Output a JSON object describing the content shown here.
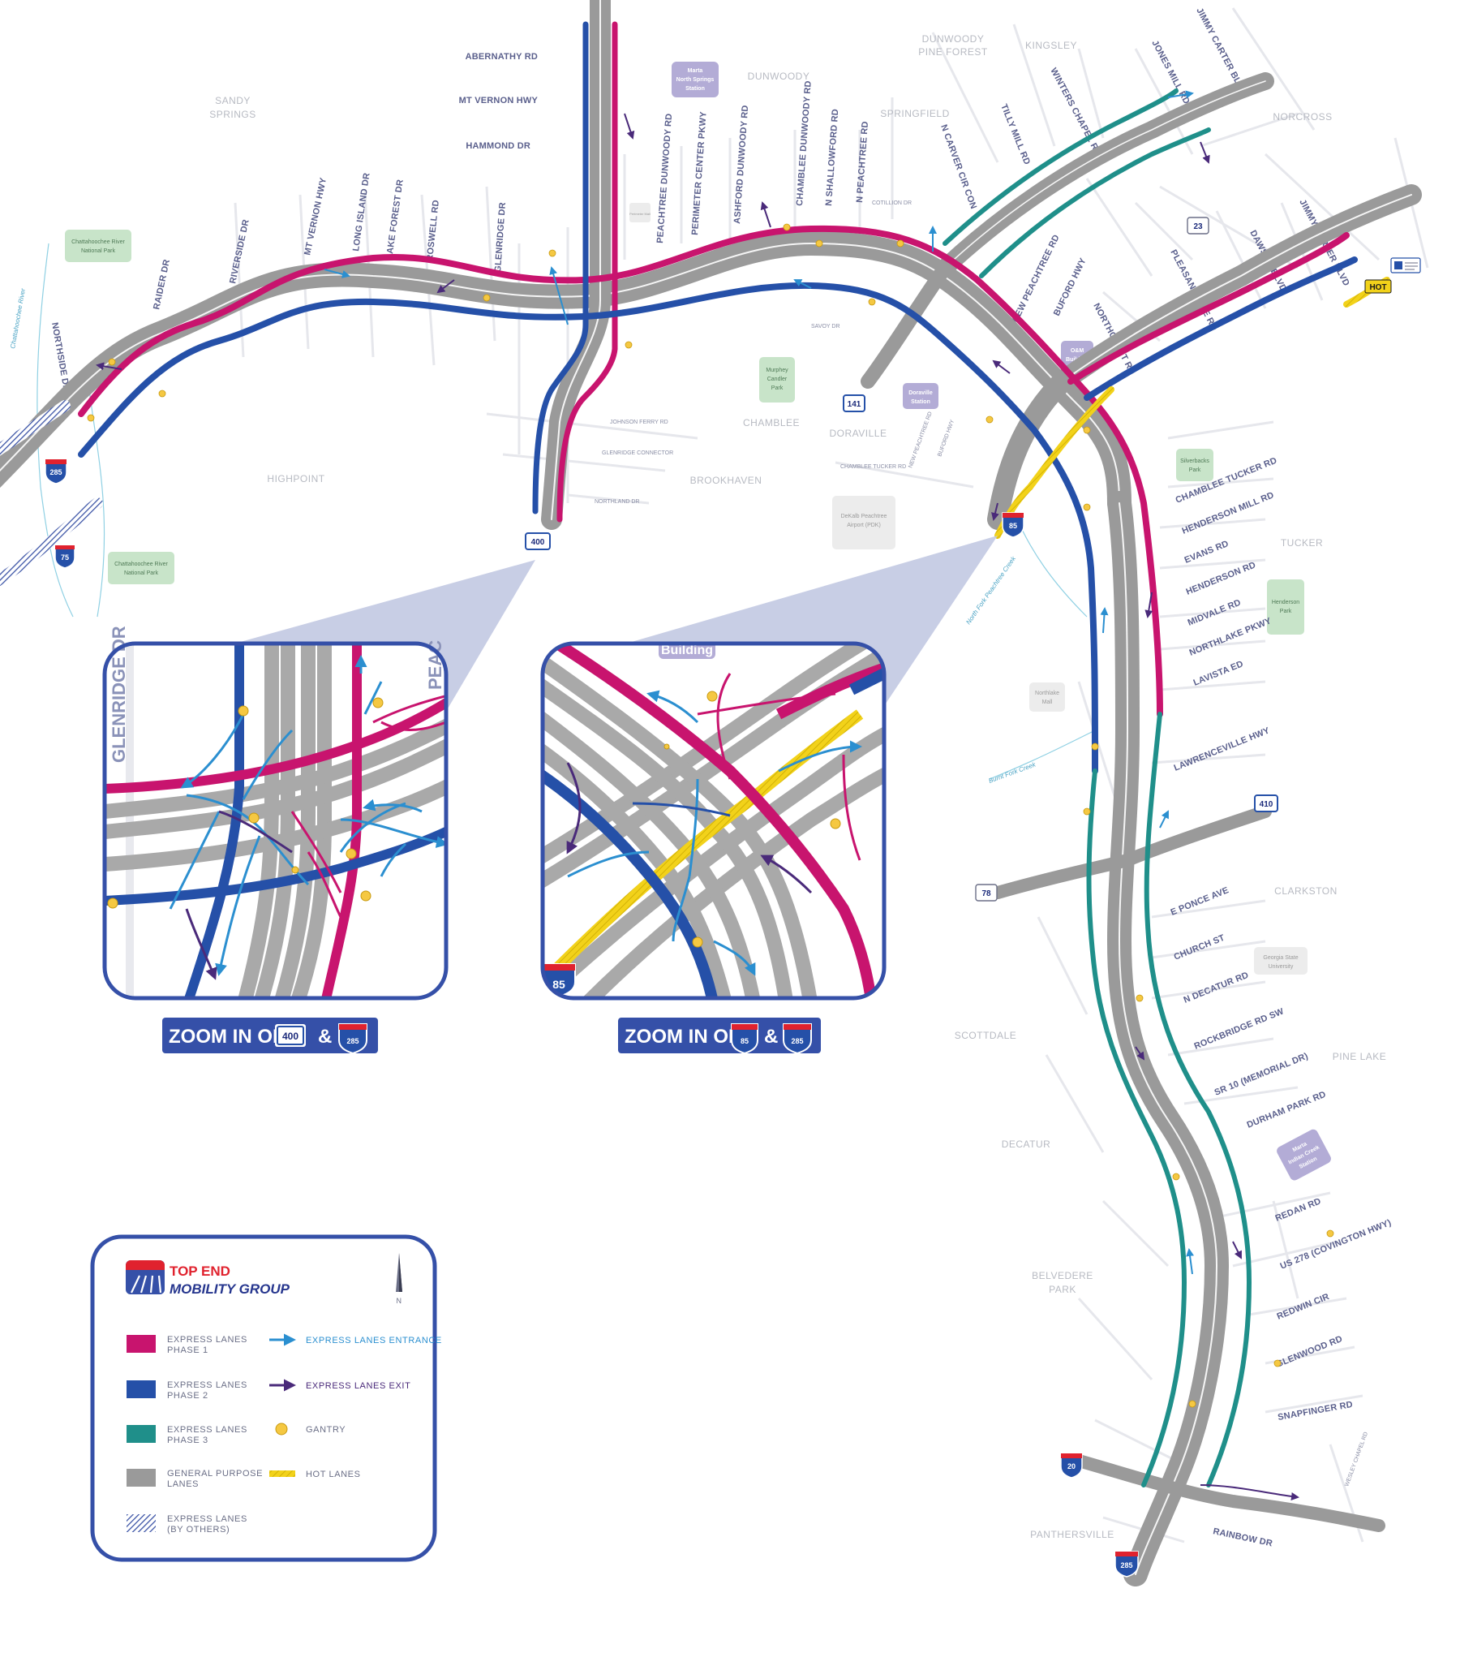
{
  "areas": {
    "sandy_springs": "SANDY",
    "sandy_springs_2": "SPRINGS",
    "dunwoody_pine_forest": "DUNWOODY",
    "dunwoody_pine_forest_2": "PINE FOREST",
    "kingsley": "KINGSLEY",
    "dunwoody": "DUNWOODY",
    "springfield": "SPRINGFIELD",
    "norcross": "NORCROSS",
    "highpoint": "HIGHPOINT",
    "chamblee": "CHAMBLEE",
    "doraville": "DORAVILLE",
    "brookhaven": "BROOKHAVEN",
    "tucker": "TUCKER",
    "clarkston": "CLARKSTON",
    "scottdale": "SCOTTDALE",
    "pine_lake": "PINE LAKE",
    "decatur": "DECATUR",
    "belvedere_park": "BELVEDERE",
    "belvedere_park_2": "PARK",
    "panthersville": "PANTHERSVILLE"
  },
  "roads": {
    "abernathy": "ABERNATHY RD",
    "mt_vernon_top": "MT VERNON HWY",
    "hammond": "HAMMOND DR",
    "northside": "NORTHSIDE DR",
    "raider": "RAIDER DR",
    "riverside": "RIVERSIDE DR",
    "mt_vernon": "MT VERNON HWY",
    "long_island": "LONG ISLAND DR",
    "lake_forest": "LAKE FOREST DR",
    "roswell": "ROSWELL RD",
    "glenridge": "GLENRIDGE DR",
    "peachtree_dunwoody": "PEACHTREE DUNWOODY RD",
    "perimeter_center": "PERIMETER CENTER PKWY",
    "ashford_dunwoody": "ASHFORD DUNWOODY RD",
    "chamblee_dunwoody": "CHAMBLEE DUNWOODY RD",
    "n_shallowford": "N SHALLOWFORD RD",
    "n_peachtree": "N PEACHTREE RD",
    "n_carver": "N CARVER CIR CON",
    "tilly_mill": "TILLY MILL RD",
    "winters_chapel": "WINTERS CHAPEL RD",
    "jones_mill": "JONES MILL RD",
    "jimmy_carter_top": "JIMMY CARTER BLVD",
    "jimmy_carter": "JIMMY CARTER BLVD",
    "dawson": "DAWSON BLVD",
    "pleasantdale": "PLEASANTDALE RD",
    "new_peachtree": "NEW PEACHTREE RD",
    "buford": "BUFORD HWY",
    "northcrest": "NORTHCREST RD",
    "chamblee_tucker": "CHAMBLEE TUCKER RD",
    "henderson_mill": "HENDERSON MILL RD",
    "evans": "EVANS RD",
    "henderson": "HENDERSON RD",
    "midvale": "MIDVALE RD",
    "northlake": "NORTHLAKE PKWY",
    "lavista": "LAVISTA ED",
    "lawrenceville": "LAWRENCEVILLE HWY",
    "e_ponce": "E PONCE AVE",
    "church": "CHURCH ST",
    "n_decatur": "N DECATUR RD",
    "rockbridge": "ROCKBRIDGE RD SW",
    "sr10": "SR 10 (MEMORIAL DR)",
    "durham_park": "DURHAM PARK RD",
    "redan": "REDAN RD",
    "us278": "US 278 (COVINGTON HWY)",
    "redwin": "REDWIN CIR",
    "glenwood": "GLENWOOD RD",
    "snapfinger": "SNAPFINGER RD",
    "rainbow": "RAINBOW DR",
    "cotillion": "COTILLION DR",
    "savoy": "SAVOY DR",
    "johnson_ferry": "JOHNSON FERRY RD",
    "glenridge_conn": "GLENRIDGE CONNECTOR",
    "northland": "NORTHLAND DR",
    "chamblee_tucker_small": "CHAMBLEE TUCKER RD",
    "new_peachtree_small": "NEW PEACHTREE RD",
    "buford_small": "BUFORD HWY",
    "wesley_chapel": "WESLEY CHAPEL RD"
  },
  "places": {
    "marta_north_springs_1": "Marta",
    "marta_north_springs_2": "North Springs",
    "marta_north_springs_3": "Station",
    "chattahoochee_np_top_1": "Chattahoochee River",
    "chattahoochee_np_top_2": "National Park",
    "chattahoochee_np_bot_1": "Chattahoochee River",
    "chattahoochee_np_bot_2": "National Park",
    "murphey_candler_1": "Murphey",
    "murphey_candler_2": "Candler",
    "murphey_candler_3": "Park",
    "doraville_station_1": "Doraville",
    "doraville_station_2": "Station",
    "om_building_1": "O&M",
    "om_building_2": "Building",
    "silverbacks_1": "Silverbacks",
    "silverbacks_2": "Park",
    "henderson_park_1": "Henderson",
    "henderson_park_2": "Park",
    "dekalb_airport_1": "DeKalb Peachtree",
    "dekalb_airport_2": "Airport (PDK)",
    "northlake_mall_1": "Northlake",
    "northlake_mall_2": "Mall",
    "georgia_state_1": "Georgia State",
    "georgia_state_2": "University",
    "marta_indian_creek_1": "Marta",
    "marta_indian_creek_2": "Indian Creek",
    "marta_indian_creek_3": "Station",
    "perimeter_mall": "Perimeter Mall",
    "chattahoochee_river": "Chattahoochee River",
    "nf_peachtree_creek": "North Fork Peachtree Creek",
    "burnt_fork_creek": "Burnt Fork Creek",
    "zoom1_building": "Building"
  },
  "shields": {
    "i285_top": "285",
    "i75": "75",
    "ga400": "400",
    "us141": "141",
    "us23": "23",
    "i85": "85",
    "i410": "410",
    "us78": "78",
    "i20": "20",
    "i285_bottom": "285",
    "hot_sign": "HOT"
  },
  "zoom1": {
    "road_glenridge": "GLENRIDGE DR",
    "road_peachtree": "PEAC",
    "caption_prefix": "ZOOM IN OF",
    "caption_amp": "&",
    "shield_a": "400",
    "shield_b": "285"
  },
  "zoom2": {
    "caption_prefix": "ZOOM IN OF",
    "caption_amp": "&",
    "shield_a": "85",
    "shield_b": "285",
    "corner_shield": "85"
  },
  "legend": {
    "brand_line1": "TOP END",
    "brand_line2": "MOBILITY GROUP",
    "north": "N",
    "phase1_l1": "EXPRESS LANES",
    "phase1_l2": "PHASE 1",
    "phase2_l1": "EXPRESS LANES",
    "phase2_l2": "PHASE 2",
    "phase3_l1": "EXPRESS LANES",
    "phase3_l2": "PHASE 3",
    "general_l1": "GENERAL PURPOSE",
    "general_l2": "LANES",
    "others_l1": "EXPRESS LANES",
    "others_l2": "(BY OTHERS)",
    "entrance": "EXPRESS LANES ENTRANCE",
    "exit": "EXPRESS LANES EXIT",
    "gantry": "GANTRY",
    "hot": "HOT LANES"
  },
  "colors": {
    "phase1": "#c8146e",
    "phase2": "#2550a8",
    "phase3": "#1f8f8a",
    "general": "#b3b3b3",
    "by_others": "#3c54a6",
    "entrance": "#2b8fd0",
    "exit": "#4a2a7a",
    "gantry": "#f5c842",
    "hot": "#f2d21a",
    "frame": "#3550a8"
  }
}
